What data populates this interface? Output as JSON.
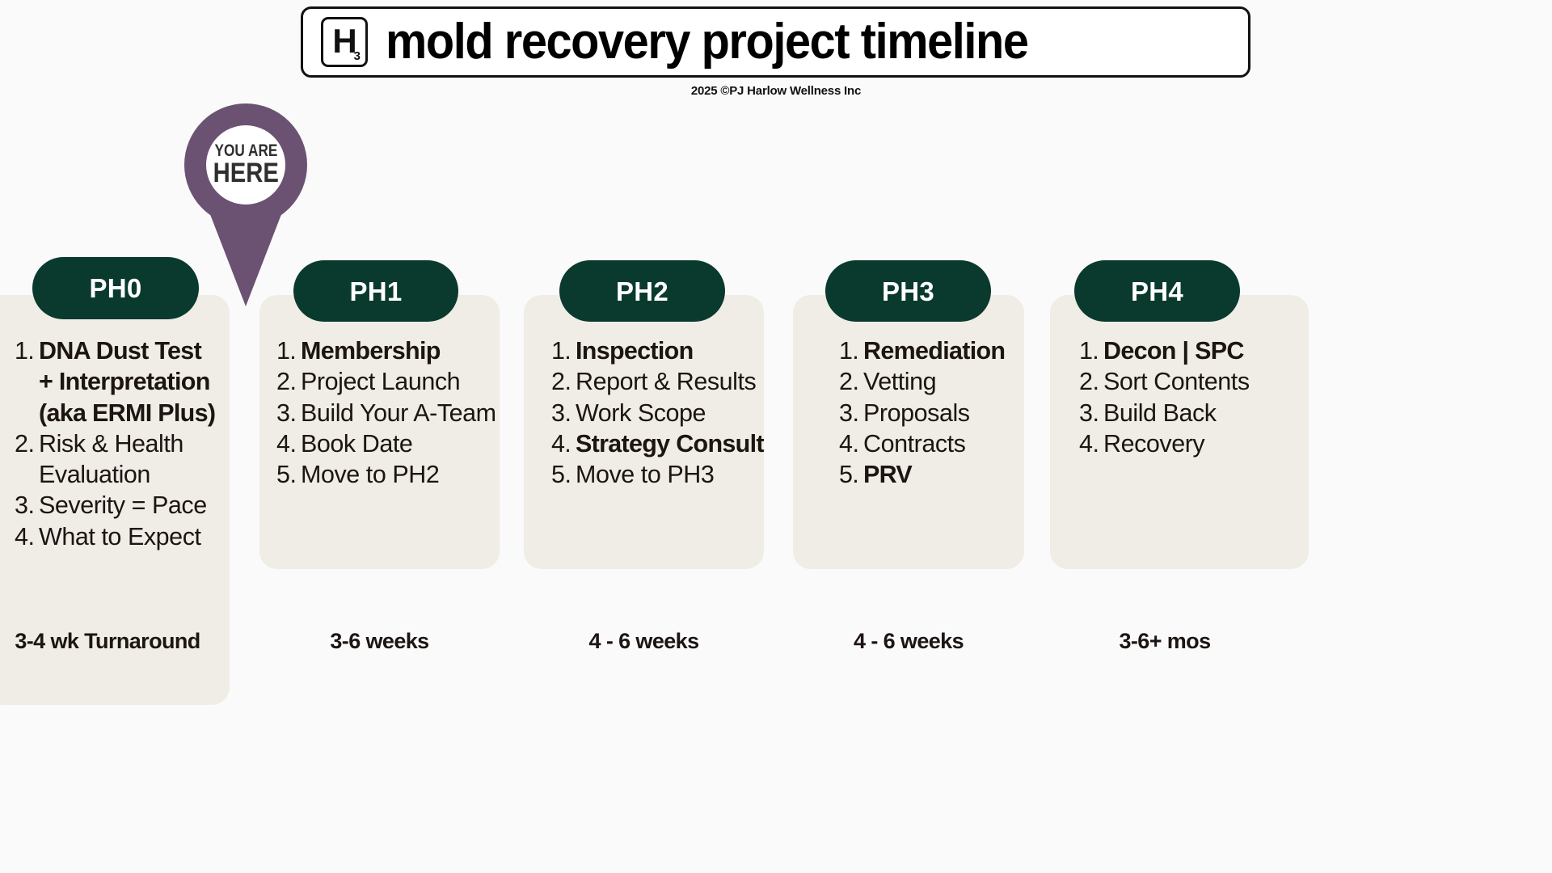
{
  "header": {
    "logo": {
      "letter": "H",
      "subscript": "3"
    },
    "title": "mold recovery project timeline",
    "copyright": "2025 ©PJ Harlow Wellness Inc"
  },
  "marker": {
    "line1": "YOU ARE",
    "line2": "HERE",
    "color": "#6b5272",
    "points_at": "PH0"
  },
  "colors": {
    "background": "#fafafa",
    "card_background": "#f0ece6",
    "badge_background": "#0a3a2e",
    "badge_text": "#ffffff",
    "body_text": "#1c1512",
    "marker_purple": "#6b5272",
    "header_border": "#111111"
  },
  "phases": [
    {
      "badge": "PH0",
      "duration": "3-4 wk Turnaround",
      "items": [
        {
          "text": "DNA Dust Test + Interpretation (aka ERMI Plus)",
          "bold": true
        },
        {
          "text": "Risk & Health Evaluation",
          "bold": false
        },
        {
          "text": "Severity = Pace",
          "bold": false
        },
        {
          "text": "What to Expect",
          "bold": false
        }
      ]
    },
    {
      "badge": "PH1",
      "duration": "3-6 weeks",
      "items": [
        {
          "text": "Membership",
          "bold": true
        },
        {
          "text": "Project Launch",
          "bold": false
        },
        {
          "text": "Build Your A-Team",
          "bold": false
        },
        {
          "text": "Book Date",
          "bold": false
        },
        {
          "text": "Move to PH2",
          "bold": false
        }
      ]
    },
    {
      "badge": "PH2",
      "duration": "4 - 6 weeks",
      "items": [
        {
          "text": "Inspection",
          "bold": true
        },
        {
          "text": "Report & Results",
          "bold": false
        },
        {
          "text": "Work Scope",
          "bold": false
        },
        {
          "text": "Strategy Consult",
          "bold": true
        },
        {
          "text": "Move to PH3",
          "bold": false
        }
      ]
    },
    {
      "badge": "PH3",
      "duration": "4 - 6 weeks",
      "items": [
        {
          "text": "Remediation",
          "bold": true
        },
        {
          "text": "Vetting",
          "bold": false
        },
        {
          "text": "Proposals",
          "bold": false
        },
        {
          "text": "Contracts",
          "bold": false
        },
        {
          "text": "PRV",
          "bold": true
        }
      ]
    },
    {
      "badge": "PH4",
      "duration": "3-6+ mos",
      "items": [
        {
          "text": "Decon | SPC",
          "bold": true
        },
        {
          "text": "Sort Contents",
          "bold": false
        },
        {
          "text": "Build Back",
          "bold": false
        },
        {
          "text": "Recovery",
          "bold": false
        }
      ]
    }
  ]
}
